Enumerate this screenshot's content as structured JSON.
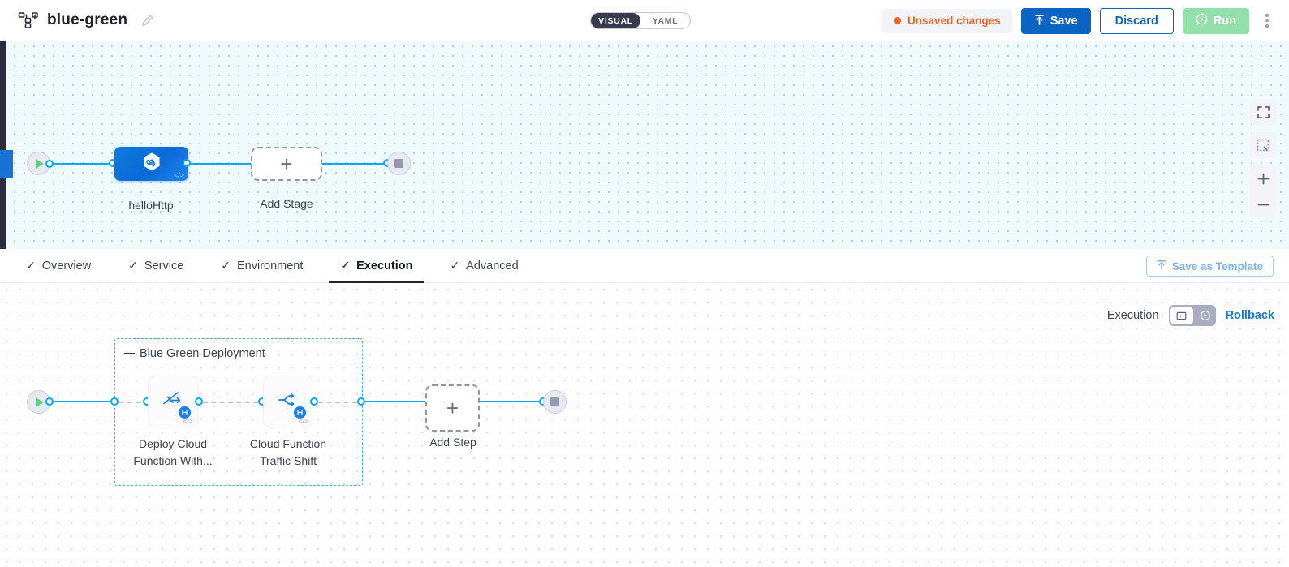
{
  "header": {
    "pipeline_icon": "pipeline-nodes-icon",
    "title": "blue-green",
    "edit_icon": "pencil-edit-icon",
    "view_toggle": {
      "visual_label": "VISUAL",
      "yaml_label": "YAML",
      "selected": "VISUAL"
    },
    "unsaved_label": "Unsaved changes",
    "unsaved_color": "#f4631e",
    "save_label": "Save",
    "save_icon": "upload-arrow-icon",
    "save_color": "#0a64c2",
    "discard_label": "Discard",
    "run_label": "Run",
    "run_icon": "play-circle-icon",
    "run_color": "#93e0ab",
    "more_icon": "kebab-menu-icon"
  },
  "top_canvas": {
    "start_icon": "play-start-icon",
    "end_icon": "stop-end-icon",
    "stage": {
      "label": "helloHttp",
      "icon": "infinity-hex-icon",
      "code_mark": "</>"
    },
    "add_stage": {
      "label": "Add Stage",
      "icon": "plus-icon"
    },
    "controls": [
      {
        "name": "fullscreen-icon"
      },
      {
        "name": "fit-selection-icon"
      },
      {
        "name": "zoom-in-icon"
      },
      {
        "name": "zoom-out-icon"
      }
    ]
  },
  "tabs": {
    "items": [
      {
        "label": "Overview",
        "check": "✓",
        "active": false
      },
      {
        "label": "Service",
        "check": "✓",
        "active": false
      },
      {
        "label": "Environment",
        "check": "✓",
        "active": false
      },
      {
        "label": "Execution",
        "check": "✓",
        "active": true
      },
      {
        "label": "Advanced",
        "check": "✓",
        "active": false
      }
    ],
    "save_template_label": "Save as Template",
    "save_template_icon": "upload-arrow-icon"
  },
  "bottom_canvas": {
    "exec_label": "Execution",
    "toggle_left_icon": "execution-steps-icon",
    "toggle_right_icon": "rollback-steps-icon",
    "rollback_label": "Rollback",
    "rollback_color": "#1878d4",
    "stage_group": {
      "title": "Blue Green Deployment",
      "steps": [
        {
          "label": "Deploy Cloud Function With...",
          "line1": "Deploy Cloud",
          "line2": "Function With...",
          "icon": "deploy-function-icon",
          "badge": "harness-badge",
          "code_mark": "</>"
        },
        {
          "label": "Cloud Function Traffic Shift",
          "line1": "Cloud Function",
          "line2": "Traffic Shift",
          "icon": "traffic-shift-icon",
          "badge": "harness-badge",
          "code_mark": "</>"
        }
      ]
    },
    "add_step": {
      "label": "Add Step",
      "icon": "plus-icon"
    },
    "start_icon": "play-start-icon",
    "end_icon": "stop-end-icon"
  }
}
